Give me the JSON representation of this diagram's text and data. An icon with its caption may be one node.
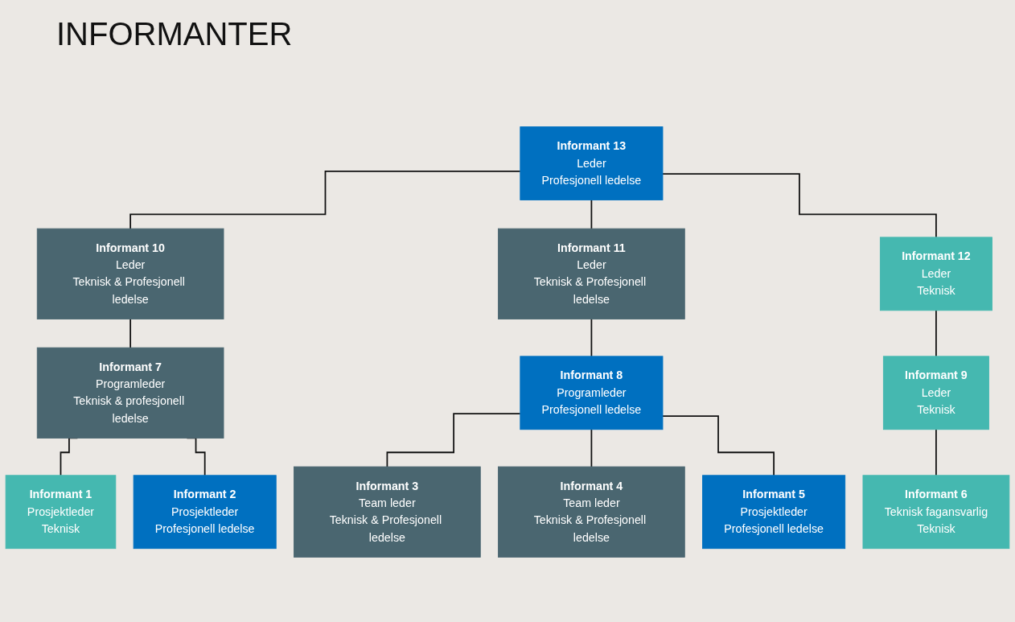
{
  "diagram": {
    "title": "INFORMANTER",
    "nodes": [
      {
        "text": [
          "Informant 13",
          "Leder",
          "Profesjonell ledelse"
        ]
      },
      {
        "text": [
          "Informant 10",
          "Leder",
          "Teknisk & Profesjonell ledelse"
        ]
      },
      {
        "text": [
          "Informant 11",
          "Leder",
          "Teknisk & Profesjonell ledelse"
        ]
      },
      {
        "text": [
          "Informant 12",
          "Leder",
          "Teknisk"
        ]
      },
      {
        "text": [
          "Informant 7",
          "Programleder",
          "Teknisk & profesjonell ledelse"
        ]
      },
      {
        "text": [
          "Informant 8",
          "Programleder",
          "Profesjonell ledelse"
        ]
      },
      {
        "text": [
          "Informant 9",
          "Leder",
          "Teknisk"
        ]
      },
      {
        "text": [
          "Informant 1",
          "Prosjektleder",
          "Teknisk"
        ]
      },
      {
        "text": [
          "Informant 2",
          "Prosjektleder",
          "Profesjonell ledelse"
        ]
      },
      {
        "text": [
          "Informant 3",
          "Team leder",
          "Teknisk & Profesjonell ledelse"
        ]
      },
      {
        "text": [
          "Informant 4",
          "Team leder",
          "Teknisk & Profesjonell ledelse"
        ]
      },
      {
        "text": [
          "Informant 5",
          "Prosjektleder",
          "Profesjonell ledelse"
        ]
      },
      {
        "text": [
          "Informant 6",
          "Teknisk fagansvarlig",
          "Teknisk"
        ]
      }
    ],
    "edges": [
      {
        "from": 0,
        "to": 1,
        "arrow": "none"
      },
      {
        "from": 0,
        "to": 2,
        "arrow": "none"
      },
      {
        "from": 0,
        "to": 3,
        "arrow": "none"
      },
      {
        "from": 1,
        "to": 4,
        "arrow": "none"
      },
      {
        "from": 2,
        "to": 5,
        "arrow": "none"
      },
      {
        "from": 3,
        "to": 6,
        "arrow": "none"
      },
      {
        "from": 4,
        "to": 7,
        "arrow": "none"
      },
      {
        "from": 4,
        "to": 8,
        "arrow": "none"
      },
      {
        "from": 5,
        "to": 9,
        "arrow": "none"
      },
      {
        "from": 5,
        "to": 10,
        "arrow": "none"
      },
      {
        "from": 5,
        "to": 11,
        "arrow": "none"
      },
      {
        "from": 6,
        "to": 12,
        "arrow": "none"
      }
    ]
  }
}
